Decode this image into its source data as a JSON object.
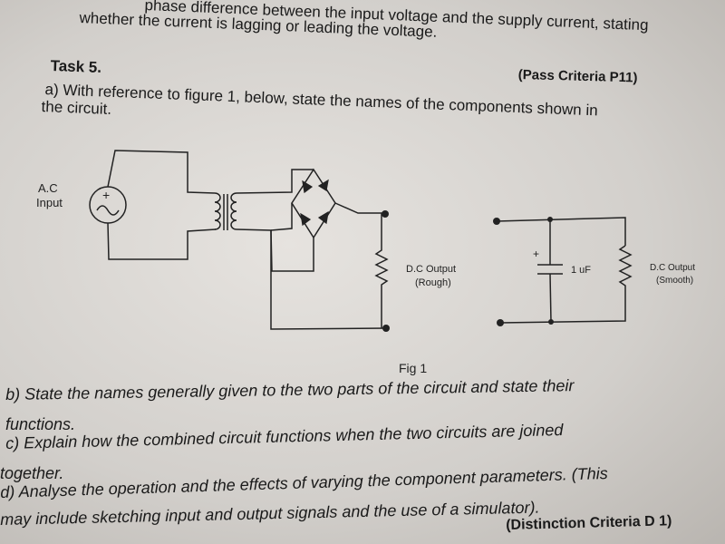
{
  "header": {
    "line1": "phase difference between the input voltage and the supply current, stating",
    "line2": "whether the current is lagging or leading the voltage."
  },
  "task": {
    "title": "Task 5.",
    "pass_criteria": "(Pass Criteria P11)",
    "question_a_line1": "a) With reference to figure 1, below, state the names of the components shown in",
    "question_a_line2": "the circuit."
  },
  "figure": {
    "ac_input_label_line1": "A.C",
    "ac_input_label_line2": "Input",
    "plus_sign": "+",
    "dc_rough_line1": "D.C Output",
    "dc_rough_line2": "(Rough)",
    "capacitor_value": "1 uF",
    "dc_smooth_line1": "D.C Output",
    "dc_smooth_line2": "(Smooth)",
    "caption": "Fig 1"
  },
  "questions": {
    "b_line1": "b) State the names generally given to the two parts of the circuit and state their",
    "b_line2": "functions.",
    "c_line1": "c) Explain how the combined circuit functions when the two circuits are joined",
    "c_line2": "together.",
    "d_line1": "d) Analyse the operation and the effects of varying the component parameters. (This",
    "d_line2": "may include sketching input and output signals and the use of a simulator).",
    "distinction_criteria": "(Distinction Criteria D 1)"
  }
}
